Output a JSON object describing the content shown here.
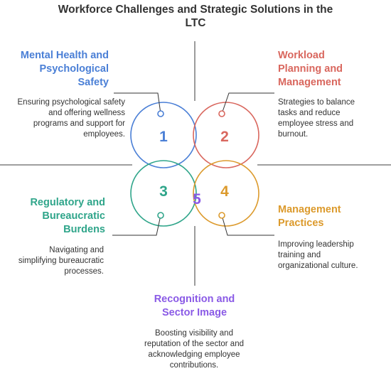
{
  "title": "Workforce Challenges and Strategic Solutions in the LTC",
  "colors": {
    "c1": "#4a7fd6",
    "c2": "#d9675e",
    "c3": "#2fa58a",
    "c4": "#dc9a2c",
    "c5": "#8a5ae6",
    "axis": "#666666"
  },
  "items": [
    {
      "number": "1",
      "title": "Mental Health and Psychological Safety",
      "description": "Ensuring psychological safety and offering wellness programs and support for employees."
    },
    {
      "number": "2",
      "title": "Workload Planning and Management",
      "description": "Strategies to balance tasks and reduce employee stress and burnout."
    },
    {
      "number": "3",
      "title": "Regulatory and Bureaucratic Burdens",
      "description": "Navigating and simplifying bureaucratic processes."
    },
    {
      "number": "4",
      "title": "Management Practices",
      "description": "Improving leadership training and organizational culture."
    },
    {
      "number": "5",
      "title": "Recognition and Sector Image",
      "description": "Boosting visibility and reputation of the sector and acknowledging employee contributions."
    }
  ]
}
